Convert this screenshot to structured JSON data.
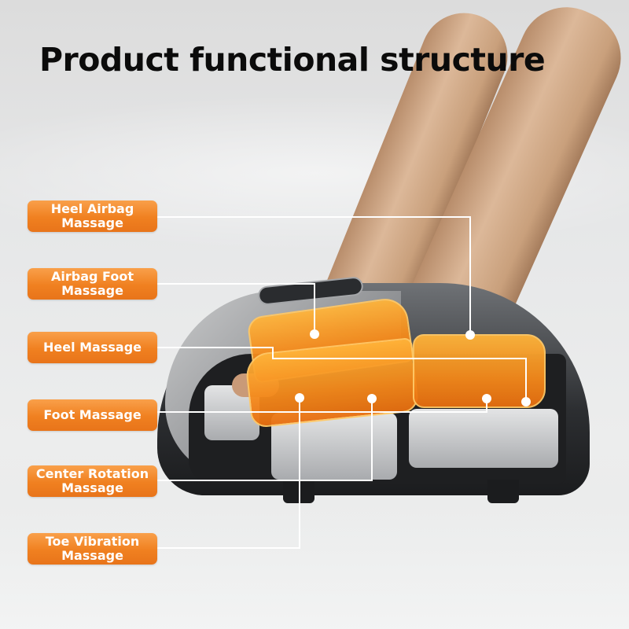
{
  "title": "Product functional structure",
  "accent_color": "#f08020",
  "labels": [
    {
      "line1": "Heel Airbag",
      "line2": "Massage"
    },
    {
      "line1": "Airbag Foot",
      "line2": "Massage"
    },
    {
      "line1": "Heel Massage",
      "line2": ""
    },
    {
      "line1": "Foot Massage",
      "line2": ""
    },
    {
      "line1": "Center Rotation",
      "line2": "Massage"
    },
    {
      "line1": "Toe Vibration",
      "line2": "Massage"
    }
  ],
  "image": {
    "subject": "foot-massager-cutaway",
    "description": "Foot massager cross-section with orange airbags and feet inserted"
  }
}
